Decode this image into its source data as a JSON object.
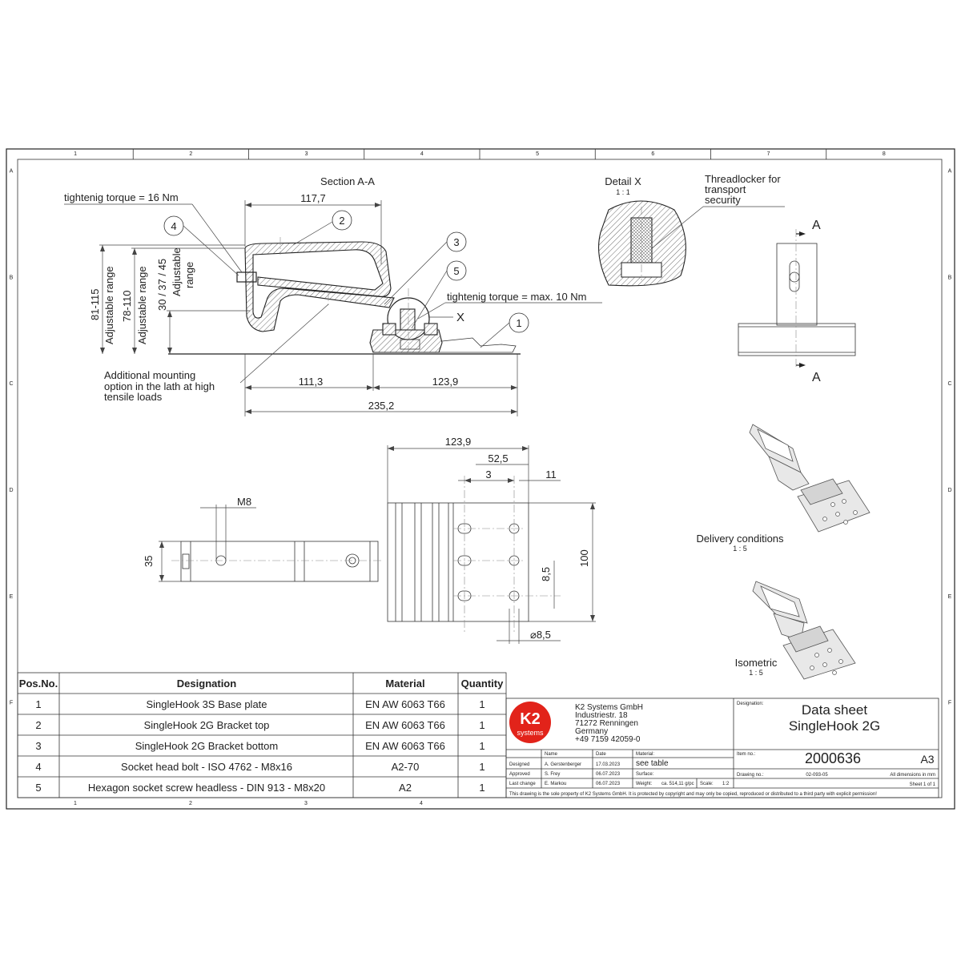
{
  "frame": {
    "col_labels": [
      "1",
      "2",
      "3",
      "4",
      "5",
      "6",
      "7",
      "8"
    ],
    "row_labels": [
      "A",
      "B",
      "C",
      "D",
      "E",
      "F"
    ],
    "bottom_col_labels": [
      "1",
      "2",
      "3",
      "4"
    ]
  },
  "section_view": {
    "title": "Section A-A",
    "torque_top": "tightenig torque = 16 Nm",
    "torque_mid": "tightenig torque = max. 10 Nm",
    "mounting_note": [
      "Additional mounting",
      "option in the lath at high",
      "tensile loads"
    ],
    "balloons": [
      "4",
      "2",
      "3",
      "5",
      "1"
    ],
    "detail_marker": "X",
    "dims": {
      "top_width": "117,7",
      "range1_value": "81-115",
      "range1_label": "Adjustable range",
      "range2_value": "78-110",
      "range2_label": "Adjustable range",
      "range3_value": "30 / 37 / 45",
      "range3_label_a": "Adjustable",
      "range3_label_b": "range",
      "left_len": "111,3",
      "right_len": "123,9",
      "total_len": "235,2"
    }
  },
  "detail_view": {
    "title": "Detail X",
    "scale": "1 : 1",
    "note": [
      "Threadlocker for",
      "transport",
      "security"
    ]
  },
  "front_view": {
    "section_marker_top": "A",
    "section_marker_bottom": "A"
  },
  "plan_view": {
    "dims": {
      "width": "123,9",
      "spacing": "52,5",
      "offset": "3",
      "edge": "11",
      "thread": "M8",
      "height_left": "35",
      "height_right": "100",
      "pitch": "8,5",
      "hole": "⌀8,5"
    }
  },
  "iso_views": {
    "delivery_title": "Delivery conditions",
    "delivery_scale": "1 : 5",
    "iso_title": "Isometric",
    "iso_scale": "1 : 5"
  },
  "parts_table": {
    "headers": [
      "Pos.No.",
      "Designation",
      "Material",
      "Quantity"
    ],
    "rows": [
      [
        "1",
        "SingleHook 3S Base plate",
        "EN AW 6063 T66",
        "1"
      ],
      [
        "2",
        "SingleHook 2G Bracket top",
        "EN AW 6063 T66",
        "1"
      ],
      [
        "3",
        "SingleHook 2G Bracket bottom",
        "EN AW 6063 T66",
        "1"
      ],
      [
        "4",
        "Socket head bolt  - ISO 4762 - M8x16",
        "A2-70",
        "1"
      ],
      [
        "5",
        "Hexagon socket screw headless - DIN 913 - M8x20",
        "A2",
        "1"
      ]
    ]
  },
  "title_block": {
    "logo_main": "K2",
    "logo_sub": "systems",
    "company": [
      "K2 Systems GmbH",
      "Industriestr. 18",
      "71272 Renningen",
      "Germany",
      "+49 7159 42059-0"
    ],
    "designation_label": "Designation:",
    "designation": [
      "Data sheet",
      "SingleHook 2G"
    ],
    "col_headers": [
      "Name",
      "Date"
    ],
    "material_label": "Material:",
    "material_value": "see table",
    "surface_label": "Surface:",
    "weight_label": "Weight:",
    "weight_value": "ca. 514,11 g/pc",
    "scale_label": "Scale:",
    "scale_value": "1:2",
    "rows": [
      [
        "Designed",
        "A. Gerstenberger",
        "17.03.2023"
      ],
      [
        "Approved",
        "S. Frey",
        "06.07.2023"
      ],
      [
        "Last change",
        "E. Markou",
        "06.07.2023"
      ]
    ],
    "item_label": "Item no.:",
    "item_no": "2000636",
    "format": "A3",
    "drawing_label": "Drawing no.:",
    "drawing_no": "02-093-05",
    "dims_note": "All dimensions in mm",
    "sheet": "Sheet 1 of 1",
    "copyright": "This drawing is the sole property of K2 Systems GmbH. It is protected by copyright and may only be copied, reproduced or distributed to a third party with explicit permission!"
  },
  "colors": {
    "logo_red": "#e2231a",
    "line": "#222222"
  }
}
